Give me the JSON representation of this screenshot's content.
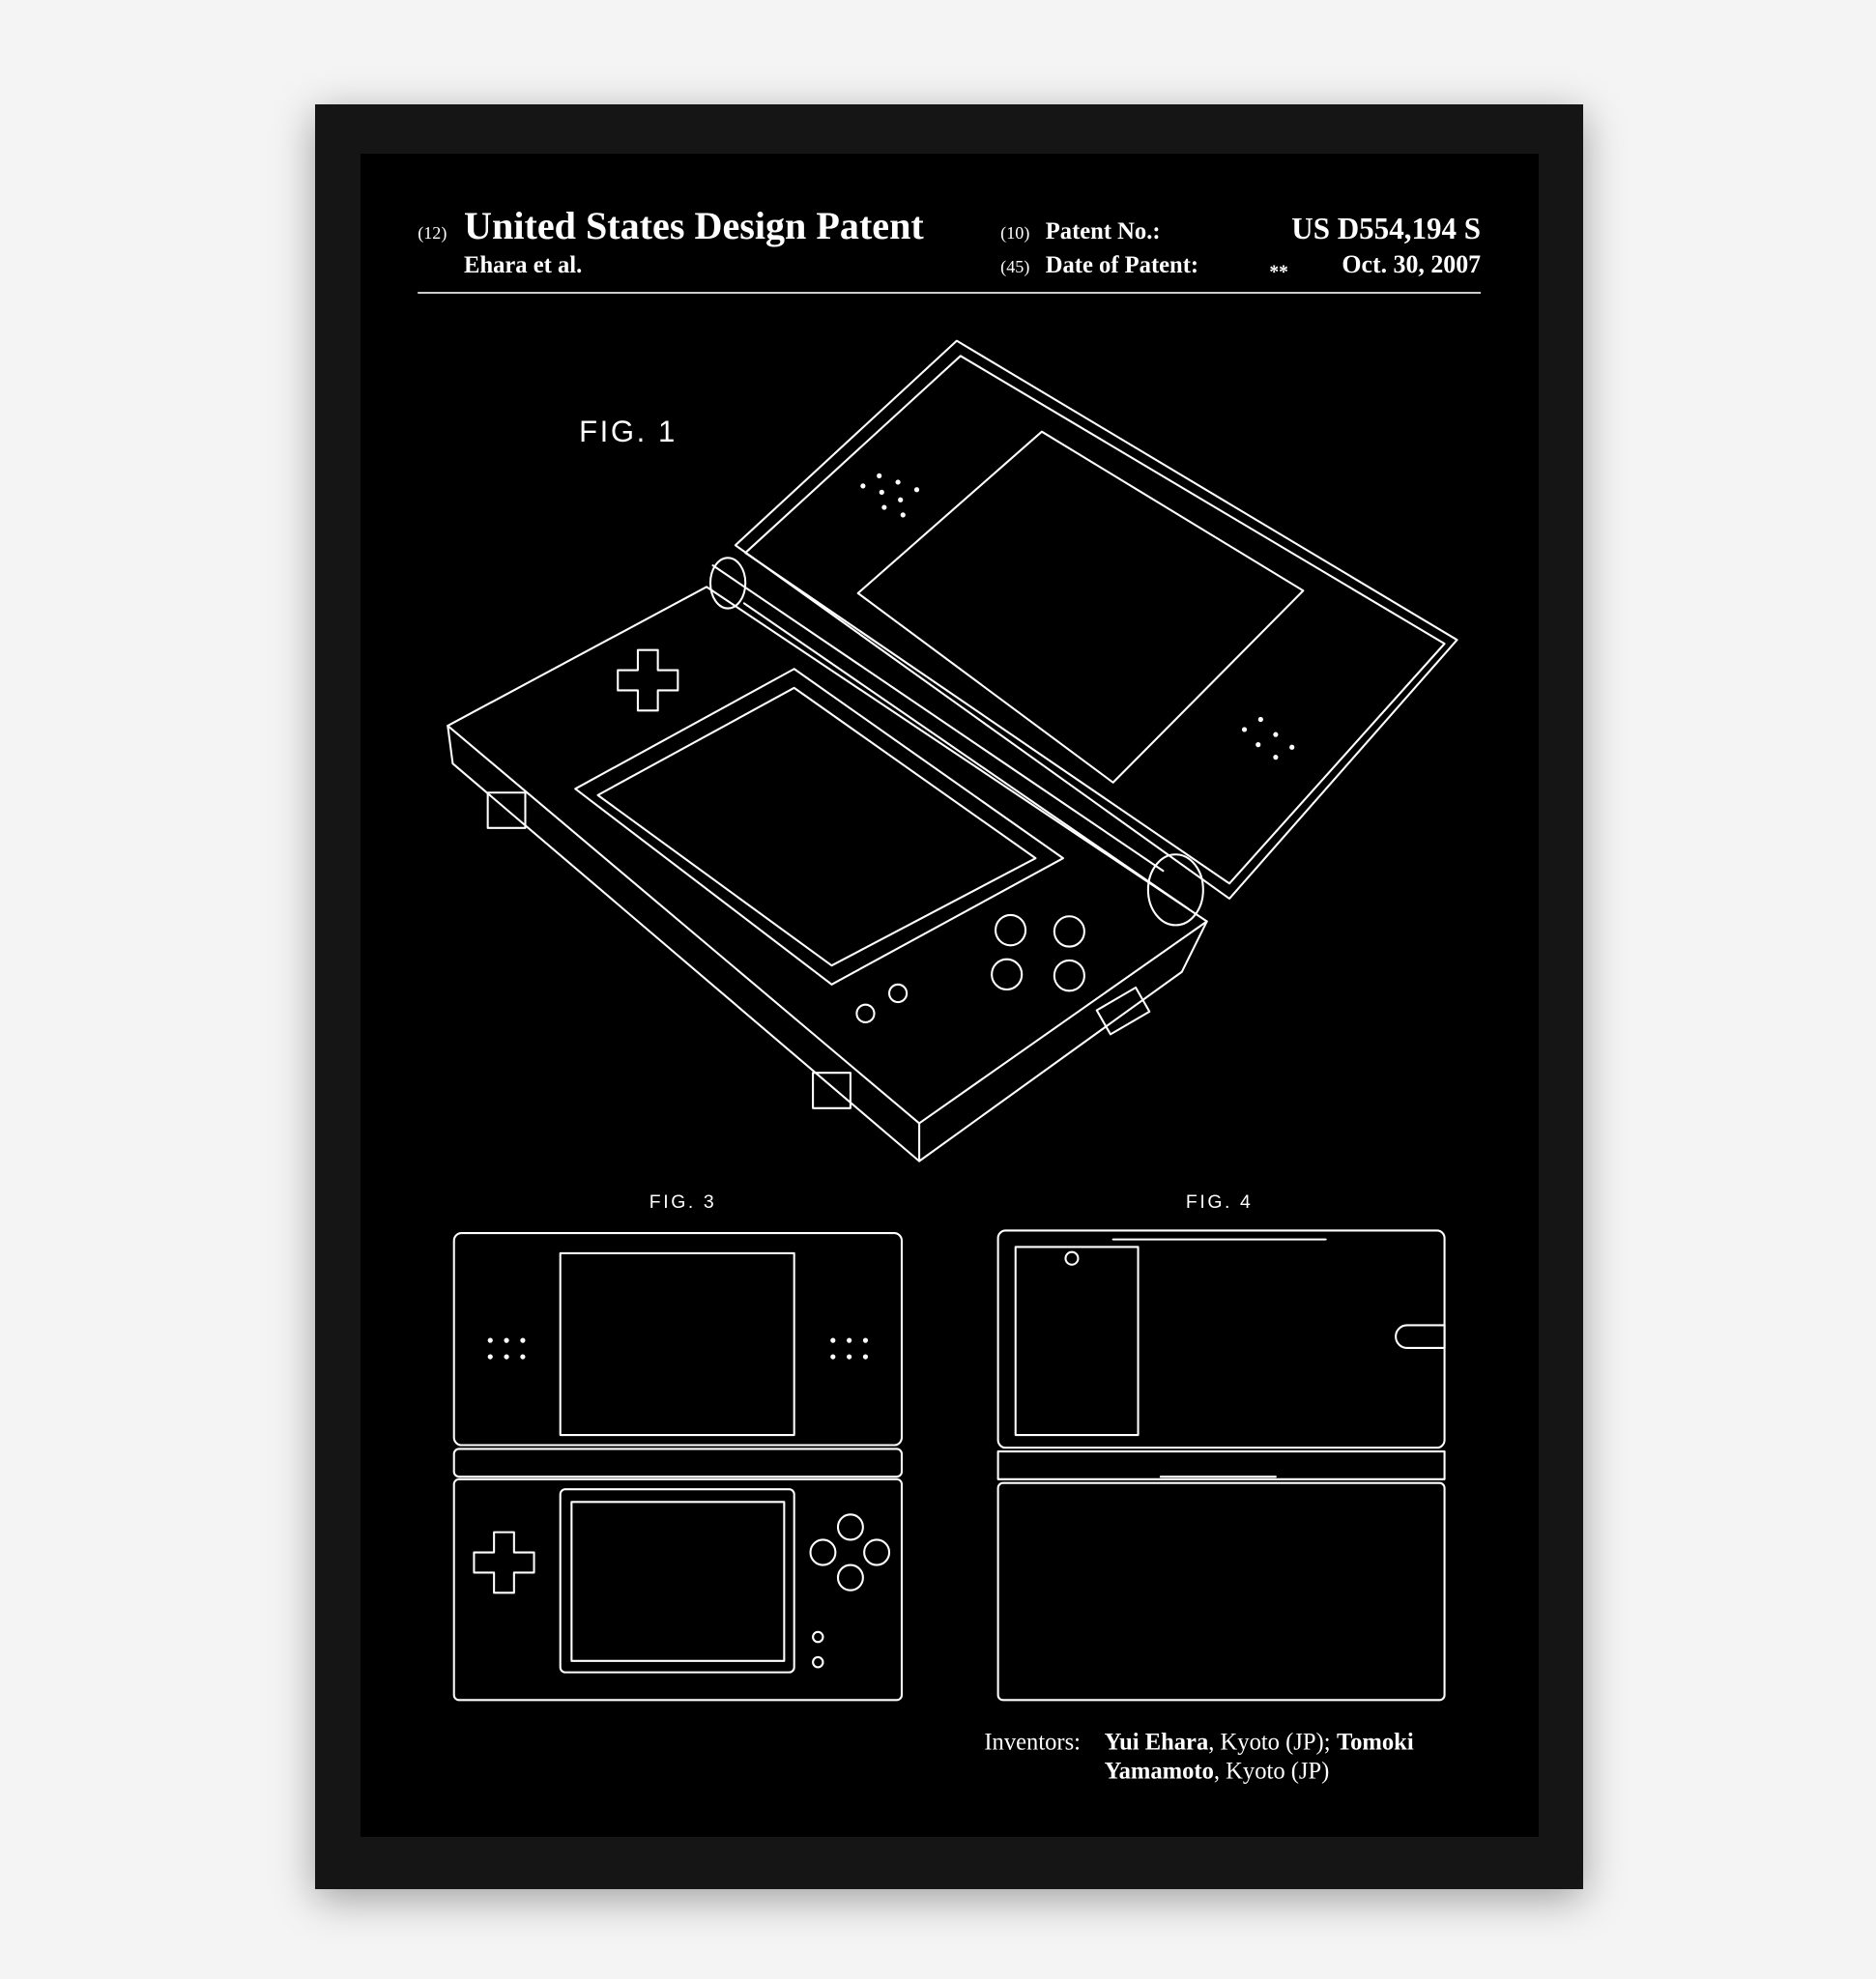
{
  "header": {
    "kind_code": "(12)",
    "title": "United States Design Patent",
    "inventor_short": "Ehara et al.",
    "patent_no_code": "(10)",
    "patent_no_label": "Patent No.:",
    "patent_no": "US D554,194 S",
    "date_code": "(45)",
    "date_label": "Date of Patent:",
    "date_marker": "**",
    "date": "Oct. 30, 2007"
  },
  "figures": {
    "fig1": "FIG. 1",
    "fig3": "FIG. 3",
    "fig4": "FIG. 4"
  },
  "inventors": {
    "label": "Inventors:",
    "name1": "Yui Ehara",
    "loc1": ", Kyoto (JP);",
    "name2a": "Tomoki",
    "name2b": "Yamamoto",
    "loc2": ", Kyoto (JP)"
  }
}
